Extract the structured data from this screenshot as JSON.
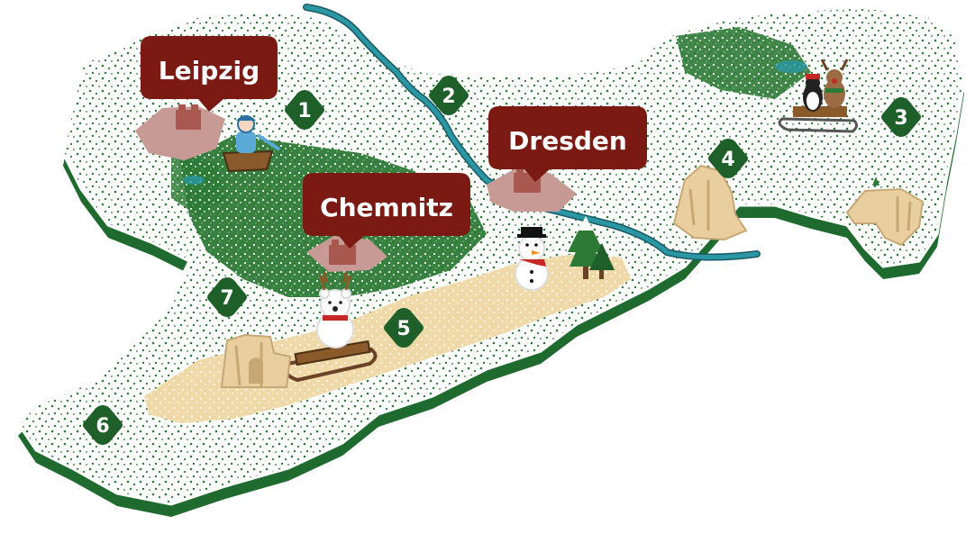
{
  "colors": {
    "land_shadow": "#1f6b2f",
    "land_base": "#ffffff",
    "forest": "#2d7a36",
    "forest_dark": "#1f5f2a",
    "snow_speckle": "#ffffff",
    "sand": "#efd9a8",
    "sand_dark": "#d9bd83",
    "river": "#2a97a3",
    "river_outline": "#1a5a66",
    "city_area": "#c79a96",
    "building": "#a8584e",
    "callout_bg": "#7a1a12",
    "callout_text": "#ffffff",
    "marker_bg": "#1f5f2a",
    "marker_text": "#ffffff"
  },
  "cities": [
    {
      "id": "leipzig",
      "label": "Leipzig"
    },
    {
      "id": "dresden",
      "label": "Dresden"
    },
    {
      "id": "chemnitz",
      "label": "Chemnitz"
    }
  ],
  "markers": [
    {
      "id": "m1",
      "label": "1"
    },
    {
      "id": "m2",
      "label": "2"
    },
    {
      "id": "m3",
      "label": "3"
    },
    {
      "id": "m4",
      "label": "4"
    },
    {
      "id": "m5",
      "label": "5"
    },
    {
      "id": "m6",
      "label": "6"
    },
    {
      "id": "m7",
      "label": "7"
    }
  ],
  "illustrations": [
    {
      "id": "boat-figure",
      "icon": "boat-figure-icon"
    },
    {
      "id": "penguin-reindeer-sled",
      "icon": "penguin-reindeer-sled-icon"
    },
    {
      "id": "rock-formation-east",
      "icon": "rock-formation-icon"
    },
    {
      "id": "rock-formation-far-east",
      "icon": "rock-formation-icon"
    },
    {
      "id": "snowman",
      "icon": "snowman-icon"
    },
    {
      "id": "pine-trees",
      "icon": "pine-tree-icon"
    },
    {
      "id": "polar-bear-sled",
      "icon": "polar-bear-sled-icon"
    },
    {
      "id": "castle-ruin",
      "icon": "castle-ruin-icon"
    }
  ]
}
